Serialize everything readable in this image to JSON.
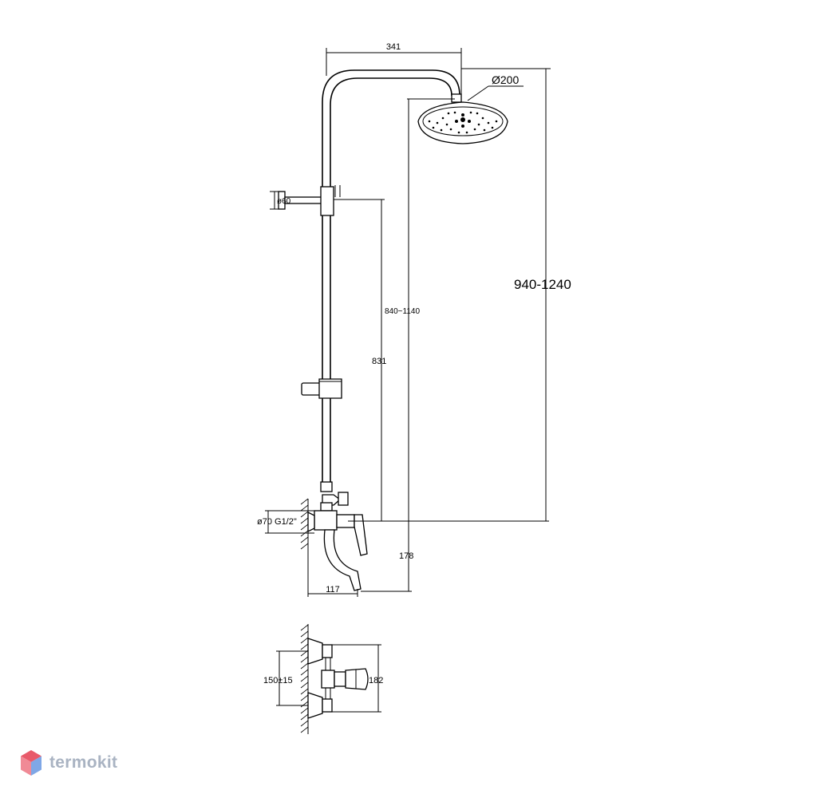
{
  "dimensions": {
    "arm_reach": "341",
    "head_diameter": "Ø200",
    "bracket_diameter": "ø60",
    "total_height": "940-1240",
    "head_height": "840~1140",
    "bracket_height": "831",
    "escutcheon": "ø70 G1/2\"",
    "spout_height": "178",
    "spout_reach": "117",
    "inlet_spacing": "150±15",
    "mixer_height": "182"
  },
  "brand": {
    "name": "termokit",
    "colors": {
      "text": "#a9b3c2",
      "logo_red": "#e85a6a",
      "logo_blue": "#7fa7e6"
    }
  }
}
